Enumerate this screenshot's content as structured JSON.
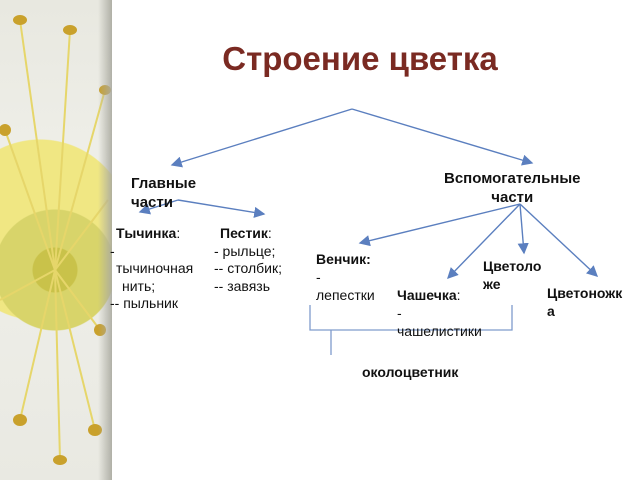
{
  "title": "Строение цветка",
  "main_parts": {
    "line1": "Главные",
    "line2": "части"
  },
  "auxiliary_parts": {
    "line1": "Вспомогательные",
    "line2": "части"
  },
  "stamen": {
    "heading": "Тычинка",
    "lines": [
      "-",
      "тычиночная",
      "нить;",
      "-- пыльник"
    ]
  },
  "pistil": {
    "heading": "Пестик",
    "lines": [
      "- рыльце;",
      "-- столбик;",
      "-- завязь"
    ]
  },
  "corolla": {
    "heading": "Венчик:",
    "lines": [
      "-",
      "лепестки"
    ]
  },
  "calyx": {
    "heading": "Чашечка",
    "lines": [
      "-",
      "чашелистики"
    ]
  },
  "receptacle": {
    "line1": "Цветоло",
    "line2": "же"
  },
  "pedicel": {
    "line1": "Цветоножк",
    "line2": "а"
  },
  "perianth": "околоцветник",
  "colors": {
    "title": "#7a2a22",
    "arrow": "#5b7fbf",
    "bracket": "#7f9ccc"
  }
}
